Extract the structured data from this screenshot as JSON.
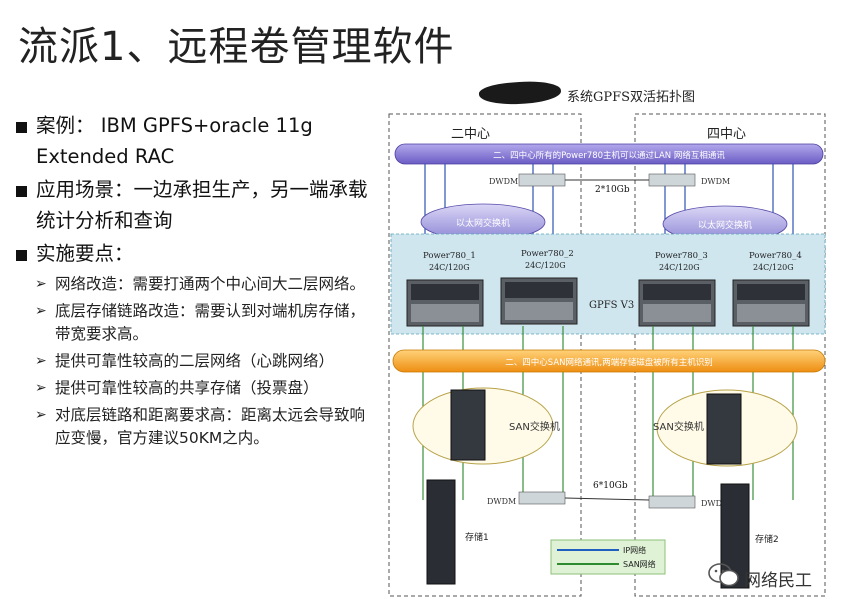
{
  "slide": {
    "title": "流派1、远程卷管理软件",
    "bullets": [
      {
        "text": "案例： IBM GPFS+oracle 11g Extended RAC"
      },
      {
        "text": "应用场景：一边承担生产，另一端承载统计分析和查询"
      },
      {
        "text": "实施要点："
      }
    ],
    "subbullets": [
      {
        "text": "网络改造：需要打通两个中心间大二层网络。"
      },
      {
        "text": "底层存储链路改造：需要认到对端机房存储，带宽要求高。"
      },
      {
        "text": "提供可靠性较高的二层网络（心跳网络）"
      },
      {
        "text": "提供可靠性较高的共享存储（投票盘）"
      },
      {
        "text": "对底层链路和距离要求高：距离太远会导致响应变慢，官方建议50KM之内。"
      }
    ]
  },
  "diagram": {
    "title": "系统GPFS双活拓扑图",
    "center_left": "二中心",
    "center_right": "四中心",
    "lan_bar": "二、四中心所有的Power780主机可以通过LAN 网络互相通讯",
    "dwdm_label": "DWDM",
    "top_link": "2*10Gb",
    "eth_switch": "以太网交换机",
    "servers": [
      {
        "name": "Power780_1",
        "spec": "24C/120G"
      },
      {
        "name": "Power780_2",
        "spec": "24C/120G"
      },
      {
        "name": "Power780_3",
        "spec": "24C/120G"
      },
      {
        "name": "Power780_4",
        "spec": "24C/120G"
      }
    ],
    "gpfs_label": "GPFS V3",
    "san_bar": "二、四中心SAN网络通讯,两端存储磁盘被所有主机识别",
    "san_switch": "SAN交换机",
    "bottom_link": "6*10Gb",
    "storage_left": "存储1",
    "storage_right": "存储2",
    "legend": [
      {
        "label": "IP网络",
        "color": "#1f5fbf"
      },
      {
        "label": "SAN网络",
        "color": "#2e8b2e"
      }
    ]
  },
  "watermark": {
    "label": "网络民工"
  },
  "colors": {
    "lan_bar": "#7d6fd0",
    "san_bar": "#f5a02a",
    "gpfs_box": "#cfe6ef",
    "dashed": "#555555"
  }
}
